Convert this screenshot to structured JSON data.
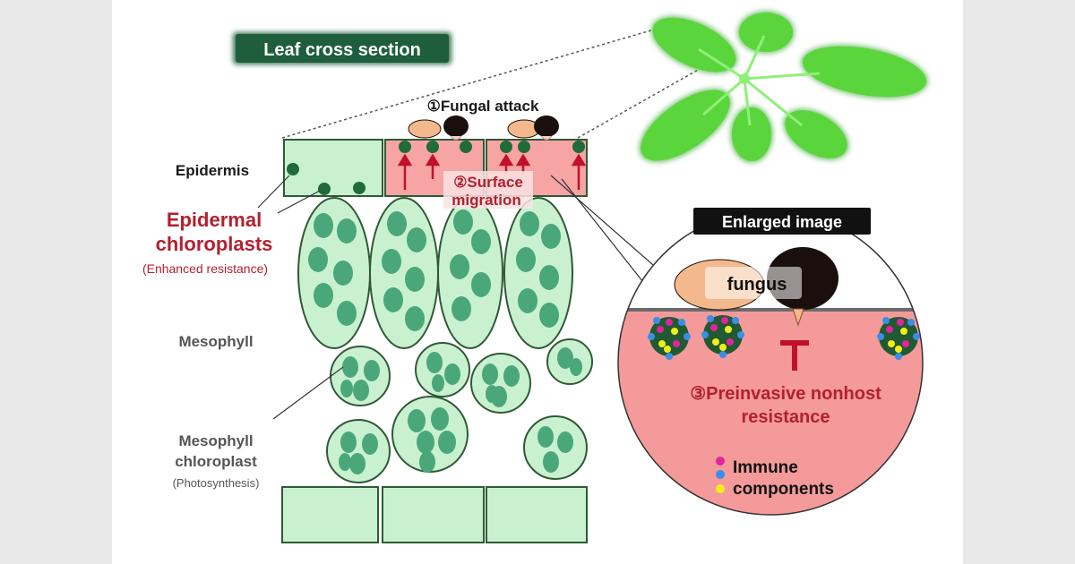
{
  "labels": {
    "title": "Leaf cross section",
    "epidermis": "Epidermis",
    "epidermal_chloroplasts_1": "Epidermal",
    "epidermal_chloroplasts_2": "chloroplasts",
    "enhanced_resistance": "(Enhanced resistance)",
    "mesophyll": "Mesophyll",
    "mesophyll_chloroplast_1": "Mesophyll",
    "mesophyll_chloroplast_2": "chloroplast",
    "photosynthesis": "(Photosynthesis)",
    "fungal_attack": "①Fungal attack",
    "surface_migration_1": "②Surface",
    "surface_migration_2": "migration",
    "enlarged_image": "Enlarged image",
    "fungus": "fungus",
    "preinvasive_1": "③Preinvasive nonhost",
    "preinvasive_2": "resistance",
    "immune_1": "Immune",
    "immune_2": "components"
  },
  "colors": {
    "title_bg": "#1e5e3c",
    "cell_fill": "#c9f1d0",
    "cell_stroke": "#2f5a36",
    "chloroplast_meso": "#4aa77a",
    "chloroplast_epi": "#1f6b3a",
    "infected_fill": "#f6a4a4",
    "arrow_red": "#c0102a",
    "label_red": "#b3202f",
    "leaf_green": "#5ad63c",
    "fungus_tan": "#f3b98c",
    "fungus_dark": "#1a0f0c",
    "immune_magenta": "#e0249a",
    "immune_blue": "#3b8ee8",
    "immune_yellow": "#f2ee1a"
  }
}
